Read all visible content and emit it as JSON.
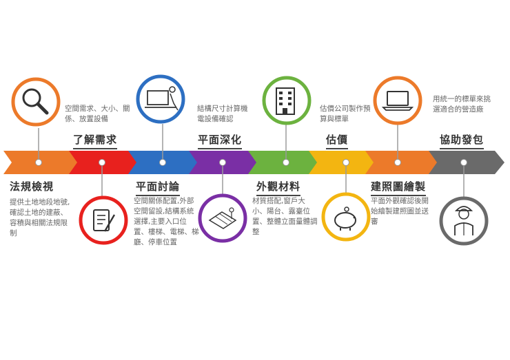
{
  "steps": [
    {
      "title": "法規檢視",
      "desc": "提供土地地段地號,確認土地的建蔽、容積與相關法規限制",
      "color": "#ec7a2a",
      "icon": "magnifier-icon"
    },
    {
      "title": "了解需求",
      "desc": "空間需求、大小、關係、放置設備",
      "color": "#e8211e",
      "icon": "notepad-icon"
    },
    {
      "title": "平面討論",
      "desc": "空間關係配置,外部空間留設,結構系統選擇,主要入口位置、樓梯、電梯、梯廳、停車位置",
      "color": "#2d6fc2",
      "icon": "architect-desk-icon"
    },
    {
      "title": "平面深化",
      "desc": "結構尺寸計算機電設備確認",
      "color": "#7a2fa5",
      "icon": "floorplan-icon"
    },
    {
      "title": "外觀材料",
      "desc": "材質搭配,窗戶大小、陽台、露臺位置、整體立面量體調整",
      "color": "#6cb23f",
      "icon": "building-icon"
    },
    {
      "title": "估價",
      "desc": "估價公司製作預算與標單",
      "color": "#f3b511",
      "icon": "piggy-bank-icon"
    },
    {
      "title": "建照圖繪製",
      "desc": "平面外觀確認後開始繪製建照圖並送審",
      "color": "#ec7a2a",
      "icon": "laptop-icon"
    },
    {
      "title": "協助發包",
      "desc": "用統一的標單來挑選適合的營造廠",
      "color": "#666666",
      "icon": "worker-icon"
    }
  ]
}
